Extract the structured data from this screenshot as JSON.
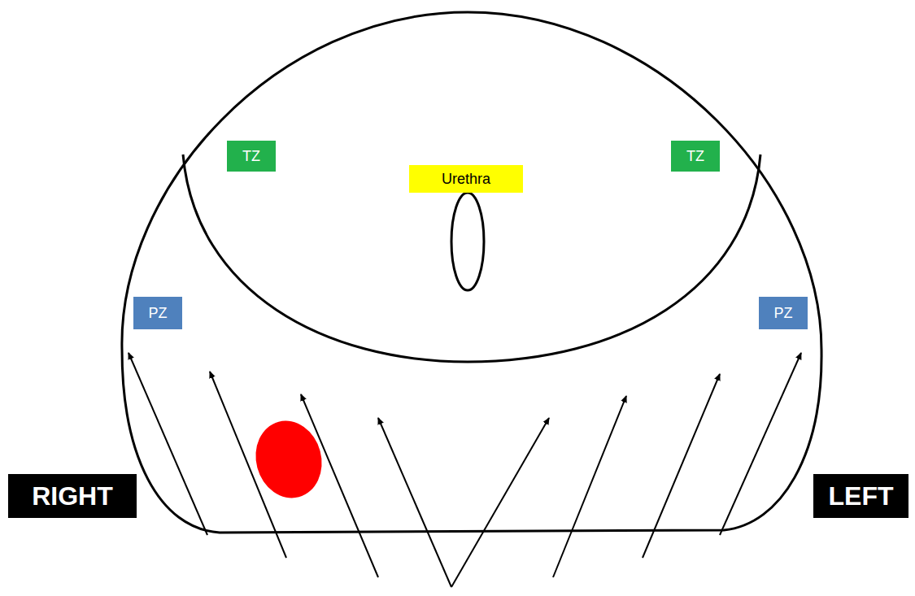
{
  "diagram": {
    "nodes": [
      {
        "text": [
          "TZ"
        ]
      },
      {
        "text": [
          "TZ"
        ]
      },
      {
        "text": [
          "Urethra"
        ]
      },
      {
        "text": [
          "PZ"
        ]
      },
      {
        "text": [
          "PZ"
        ]
      },
      {
        "text": [
          "RIGHT"
        ]
      },
      {
        "text": [
          "LEFT"
        ]
      }
    ]
  }
}
